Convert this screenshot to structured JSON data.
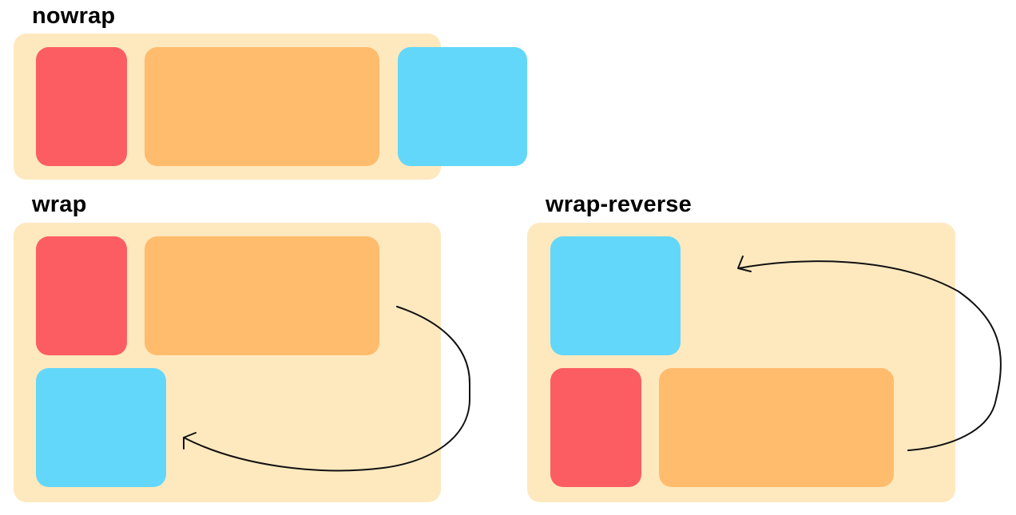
{
  "colors": {
    "container": "#FEE9BF",
    "red": "#FC5D62",
    "orange": "#FFBC6C",
    "blue": "#62D7FA",
    "heading": "#000000",
    "arrow": "#111111"
  },
  "diagrams": {
    "nowrap": {
      "title": "nowrap",
      "items": [
        "red",
        "orange",
        "blue"
      ]
    },
    "wrap": {
      "title": "wrap",
      "items": [
        "red",
        "orange",
        "blue"
      ]
    },
    "wrap_reverse": {
      "title": "wrap-reverse",
      "items": [
        "blue",
        "red",
        "orange"
      ]
    }
  }
}
